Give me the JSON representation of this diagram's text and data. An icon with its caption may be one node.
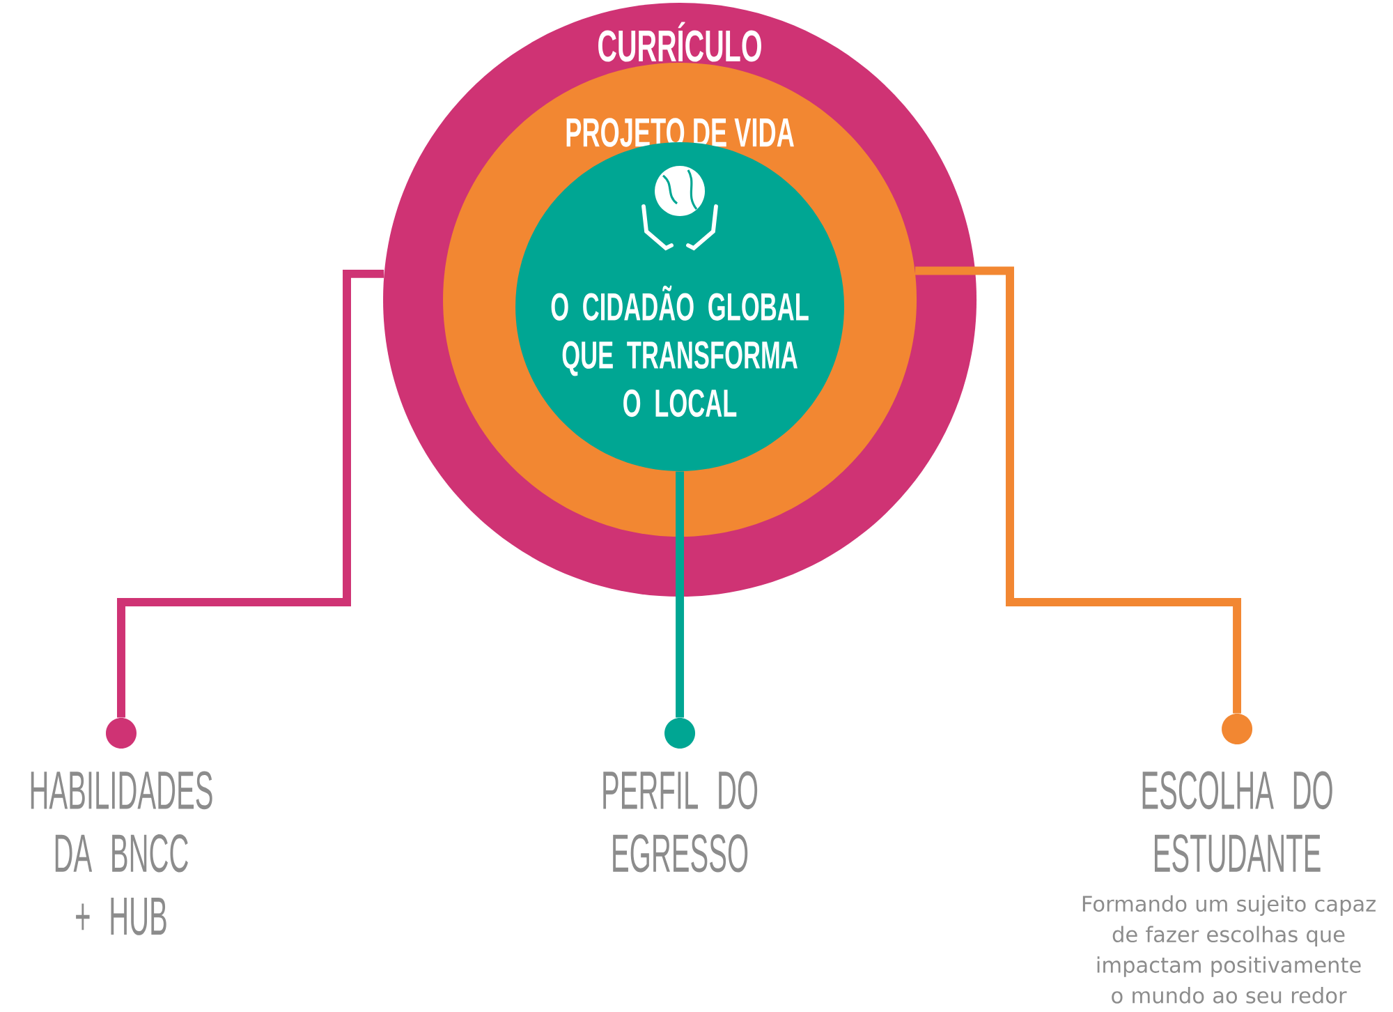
{
  "diagram": {
    "nodes": [
      {
        "text": [
          "CURRÍCULO"
        ]
      },
      {
        "text": [
          "PROJETO DE VIDA"
        ],
        "in": 0
      },
      {
        "text": [
          "O CIDADÃO GLOBAL QUE TRANSFORMA O LOCAL"
        ],
        "in": 1
      },
      {
        "text": [],
        "shape": "circle",
        "beside": [
          "HABILIDADES DA BNCC + HUB"
        ]
      },
      {
        "text": [],
        "shape": "circle",
        "beside": [
          "PERFIL DO EGRESSO"
        ]
      },
      {
        "text": [],
        "shape": "circle",
        "beside": [
          "ESCOLHA DO ESTUDANTE",
          "Formando um sujeito capaz de fazer escolhas que impactam positivamente o mundo ao seu redor"
        ]
      }
    ],
    "edges": [
      {
        "from": 0,
        "to": 3,
        "arrow": "none",
        "color": "#cf3374"
      },
      {
        "from": 2,
        "to": 4,
        "arrow": "none",
        "color": "#00a693"
      },
      {
        "from": 1,
        "to": 5,
        "arrow": "none",
        "color": "#f28732"
      }
    ]
  }
}
